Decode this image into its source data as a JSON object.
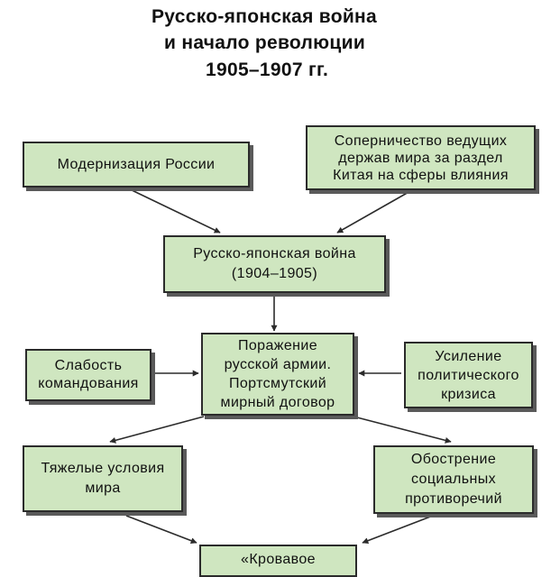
{
  "title": {
    "line1": "Русско-японская война",
    "line2": "и  начало революции",
    "line3": "1905–1907 гг."
  },
  "boxes": {
    "modernization": {
      "lines": [
        "Модернизация  России"
      ]
    },
    "rivalry": {
      "lines": [
        "Соперничество ведущих",
        "держав мира за раздел",
        "Китая  на  сферы влияния"
      ]
    },
    "war": {
      "lines": [
        "Русско-японская  война",
        "(1904–1905)"
      ]
    },
    "defeat": {
      "lines": [
        "Поражение",
        "русской армии.",
        "Портсмутский",
        "мирный договор"
      ]
    },
    "weakness": {
      "lines": [
        "Слабость",
        "командования"
      ]
    },
    "crisis": {
      "lines": [
        "Усиление",
        "политического",
        "кризиса"
      ]
    },
    "peace_terms": {
      "lines": [
        "Тяжелые условия",
        "мира"
      ]
    },
    "social": {
      "lines": [
        "Обострение",
        "социальных",
        "противоречий"
      ]
    },
    "bloody": {
      "lines": [
        "«Кровавое"
      ]
    }
  },
  "colors": {
    "box_fill": "#cfe6c0",
    "box_border": "#2b2b2b",
    "shadow": "#5a5a5a",
    "arrow": "#2b2b2b"
  }
}
